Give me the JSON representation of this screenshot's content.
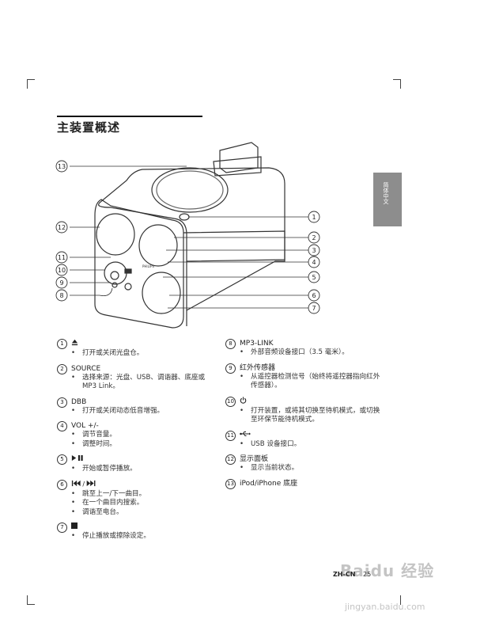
{
  "title": "主装置概述",
  "side_tab": "简体中文",
  "callouts": [
    "13",
    "12",
    "11",
    "10",
    "9",
    "8",
    "1",
    "2",
    "3",
    "4",
    "5",
    "6",
    "7"
  ],
  "left_items": [
    {
      "n": "1",
      "label": "",
      "icon": "eject-icon",
      "bullets": [
        "打开或关闭光盘仓。"
      ]
    },
    {
      "n": "2",
      "label": "SOURCE",
      "bullets": [
        "选择来源：光盘、USB、调谐器、底座或 MP3 Link。"
      ]
    },
    {
      "n": "3",
      "label": "DBB",
      "bullets": [
        "打开或关闭动态低音增强。"
      ]
    },
    {
      "n": "4",
      "label": "VOL +/-",
      "bullets": [
        "调节音量。",
        "调整时间。"
      ]
    },
    {
      "n": "5",
      "label": "",
      "icon": "play-pause-icon",
      "bullets": [
        "开始或暂停播放。"
      ]
    },
    {
      "n": "6",
      "label": "",
      "icon": "prev-next-icon",
      "bullets": [
        "跳至上一/下一曲目。",
        "在一个曲目内搜索。",
        "调谐至电台。"
      ]
    },
    {
      "n": "7",
      "label": "",
      "icon": "stop-icon",
      "bullets": [
        "停止播放或擦除设定。"
      ]
    }
  ],
  "right_items": [
    {
      "n": "8",
      "label": "MP3-LINK",
      "bullets": [
        "外部音频设备接口（3.5 毫米）。"
      ]
    },
    {
      "n": "9",
      "label": "红外传感器",
      "bullets": [
        "从遥控器检测信号（始终将遥控器指向红外传感器）。"
      ]
    },
    {
      "n": "10",
      "label": "",
      "icon": "power-icon",
      "bullets": [
        "打开装置，或将其切换至待机模式，或切换至环保节能待机模式。"
      ]
    },
    {
      "n": "11",
      "label": "",
      "icon": "usb-icon",
      "bullets": [
        "USB 设备接口。"
      ]
    },
    {
      "n": "12",
      "label": "显示面板",
      "bullets": [
        "显示当前状态。"
      ]
    },
    {
      "n": "13",
      "label": "iPod/iPhone 底座",
      "bullets": []
    }
  ],
  "footer": {
    "code": "ZH-CN",
    "page": "25"
  },
  "watermark": {
    "text": "Baidu 经验",
    "url": "jingyan.baidu.com"
  }
}
